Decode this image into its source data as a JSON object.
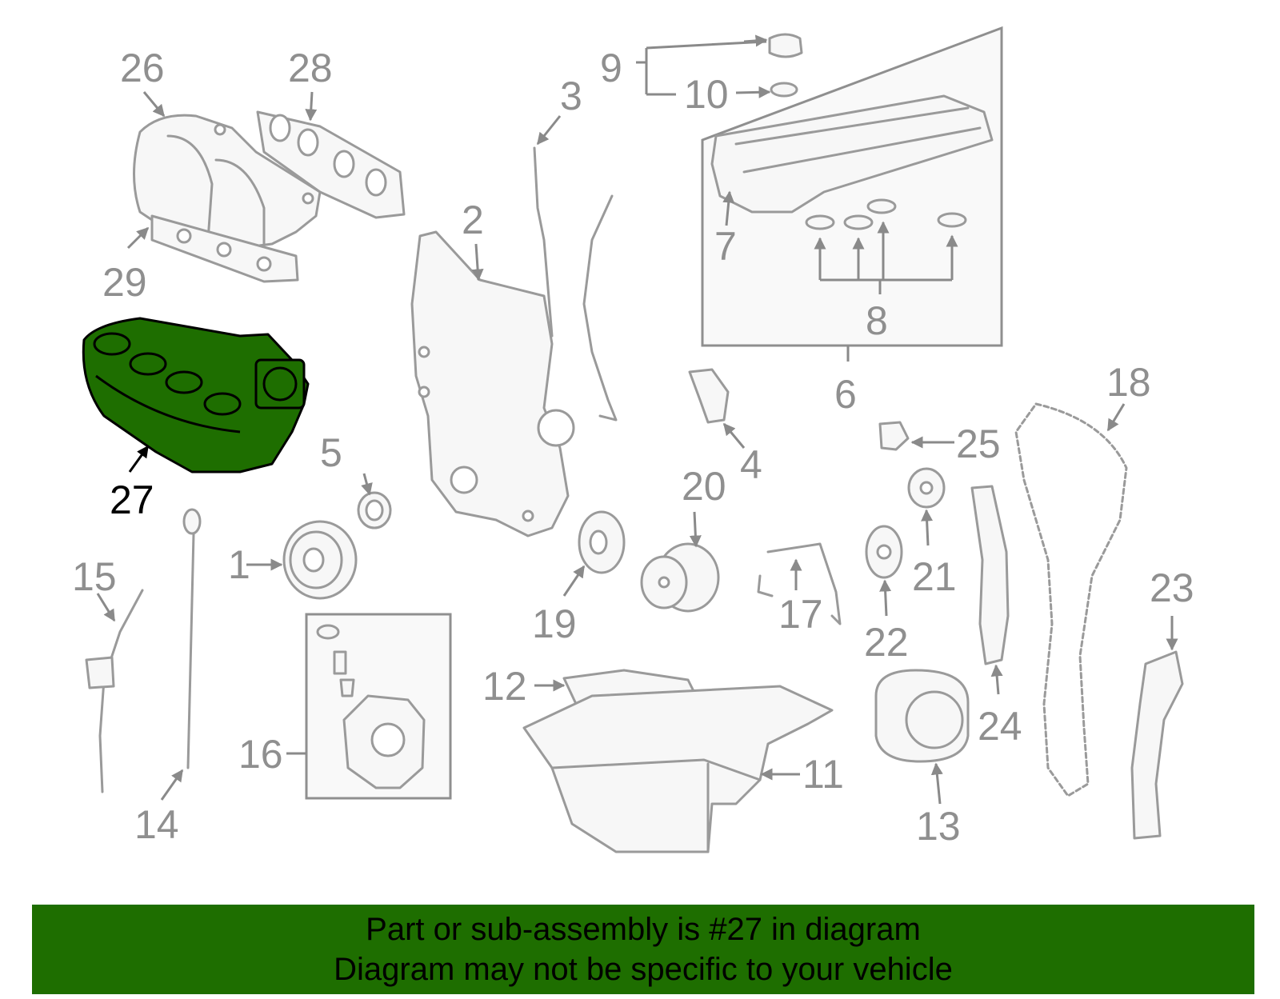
{
  "colors": {
    "highlight_fill": "#1e6e00",
    "banner_background": "#1e6e00",
    "part_stroke": "#9a9a9a",
    "label_gray": "#8f8f8f",
    "label_highlight": "#000000"
  },
  "highlighted_part": "27",
  "callouts": [
    {
      "id": "1",
      "text": "1"
    },
    {
      "id": "2",
      "text": "2"
    },
    {
      "id": "3",
      "text": "3"
    },
    {
      "id": "4",
      "text": "4"
    },
    {
      "id": "5",
      "text": "5"
    },
    {
      "id": "6",
      "text": "6"
    },
    {
      "id": "7",
      "text": "7"
    },
    {
      "id": "8",
      "text": "8"
    },
    {
      "id": "9",
      "text": "9"
    },
    {
      "id": "10",
      "text": "10"
    },
    {
      "id": "11",
      "text": "11"
    },
    {
      "id": "12",
      "text": "12"
    },
    {
      "id": "13",
      "text": "13"
    },
    {
      "id": "14",
      "text": "14"
    },
    {
      "id": "15",
      "text": "15"
    },
    {
      "id": "16",
      "text": "16"
    },
    {
      "id": "17",
      "text": "17"
    },
    {
      "id": "18",
      "text": "18"
    },
    {
      "id": "19",
      "text": "19"
    },
    {
      "id": "20",
      "text": "20"
    },
    {
      "id": "21",
      "text": "21"
    },
    {
      "id": "22",
      "text": "22"
    },
    {
      "id": "23",
      "text": "23"
    },
    {
      "id": "24",
      "text": "24"
    },
    {
      "id": "25",
      "text": "25"
    },
    {
      "id": "26",
      "text": "26"
    },
    {
      "id": "27",
      "text": "27"
    },
    {
      "id": "28",
      "text": "28"
    },
    {
      "id": "29",
      "text": "29"
    }
  ],
  "banner": {
    "line1": "Part or sub-assembly is #27 in diagram",
    "line2": "Diagram may not be specific to your vehicle"
  }
}
